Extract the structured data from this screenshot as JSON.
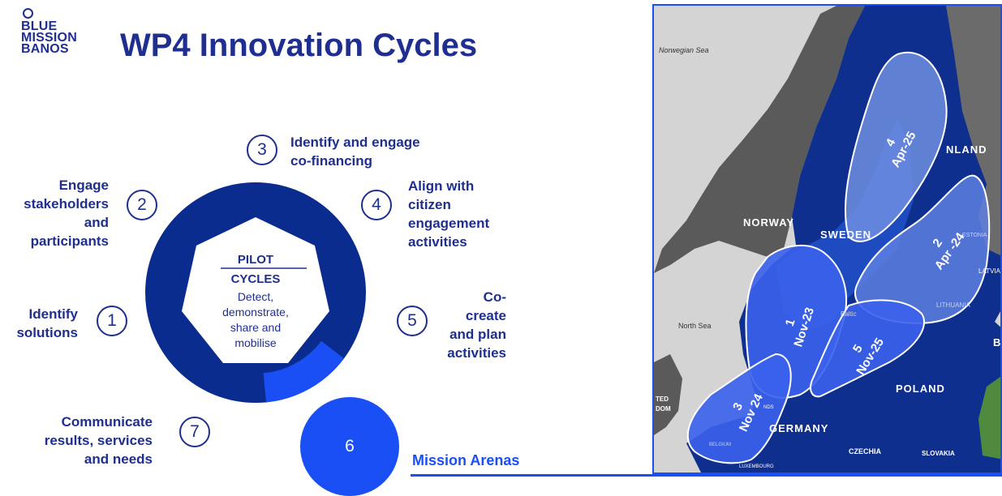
{
  "logo": {
    "lines": [
      "BLUE",
      "MISSION",
      "BANOS"
    ]
  },
  "title": "WP4 Innovation Cycles",
  "cycle": {
    "center_title_1": "PILOT",
    "center_title_2": "CYCLES",
    "center_desc": [
      "Detect,",
      "demonstrate,",
      "share and",
      "mobilise"
    ],
    "steps": [
      {
        "number": "1",
        "lines": [
          "Identify",
          "solutions"
        ]
      },
      {
        "number": "2",
        "lines": [
          "Engage",
          "stakeholders",
          "and",
          "participants"
        ]
      },
      {
        "number": "3",
        "lines": [
          "Identify and engage",
          "co-financing"
        ]
      },
      {
        "number": "4",
        "lines": [
          "Align with",
          "citizen",
          "engagement",
          "activities"
        ]
      },
      {
        "number": "5",
        "lines": [
          "Co-",
          "create",
          "and plan",
          "activities"
        ]
      },
      {
        "number": "7",
        "lines": [
          "Communicate",
          "results, services",
          "and needs"
        ]
      }
    ]
  },
  "arena": {
    "number": "6",
    "label": "Mission Arenas"
  },
  "map": {
    "seas": [
      "Norwegian Sea",
      "North Sea",
      "Baltic"
    ],
    "countries": [
      "NORWAY",
      "SWEDEN",
      "NLAND",
      "POLAND",
      "GERMANY",
      "CZECHIA",
      "SLOVAKIA",
      "LATVIA",
      "LITHUANIA",
      "ESTONIA",
      "TED",
      "DOM",
      "B",
      "LUXEMBOURG",
      "BELGIUM",
      "NDS"
    ],
    "regions": [
      {
        "number": "1",
        "date": "Nov-23"
      },
      {
        "number": "2",
        "date": "Apr -24"
      },
      {
        "number": "3",
        "date": "Nov 24"
      },
      {
        "number": "4",
        "date": "Apr-25"
      },
      {
        "number": "5",
        "date": "Nov-25"
      }
    ]
  },
  "colors": {
    "brand_navy": "#1f2f8f",
    "ring_dark": "#0a2c8f",
    "accent_blue": "#1a4ff5",
    "map_land": "#0f2f8f",
    "map_sea": "#d4d4d4",
    "map_other_land": "#5a5a5a"
  }
}
